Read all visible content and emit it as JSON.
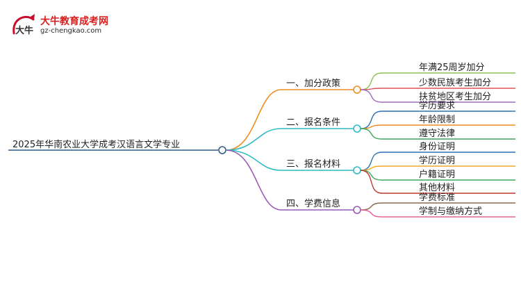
{
  "brand": {
    "name": "大牛教育成考网",
    "url": "gz-chengkao.com",
    "mark_text": "大牛"
  },
  "root": {
    "label": "2025年华南农业大学成考汉语言文学专业"
  },
  "branches": [
    {
      "label": "一、加分政策",
      "color": "#f08c1e",
      "children": [
        {
          "label": "年满25周岁加分",
          "color": "#8cc152"
        },
        {
          "label": "少数民族考生加分",
          "color": "#e0505a"
        },
        {
          "label": "扶贫地区考生加分",
          "color": "#9b6fc0"
        }
      ]
    },
    {
      "label": "二、报名条件",
      "color": "#2bbcc4",
      "children": [
        {
          "label": "学历要求",
          "color": "#2f6fb5"
        },
        {
          "label": "年龄限制",
          "color": "#f08c1e"
        },
        {
          "label": "遵守法律",
          "color": "#3aa55a"
        }
      ]
    },
    {
      "label": "三、报名材料",
      "color": "#2bbcc4",
      "children": [
        {
          "label": "身份证明",
          "color": "#2f6fb5"
        },
        {
          "label": "学历证明",
          "color": "#f5a623"
        },
        {
          "label": "户籍证明",
          "color": "#3aa55a"
        },
        {
          "label": "其他材料",
          "color": "#c0392b"
        }
      ]
    },
    {
      "label": "四、学费信息",
      "color": "#9b59b6",
      "children": [
        {
          "label": "学费标准",
          "color": "#8b6a4e"
        },
        {
          "label": "学制与缴纳方式",
          "color": "#e8609a"
        }
      ]
    }
  ]
}
